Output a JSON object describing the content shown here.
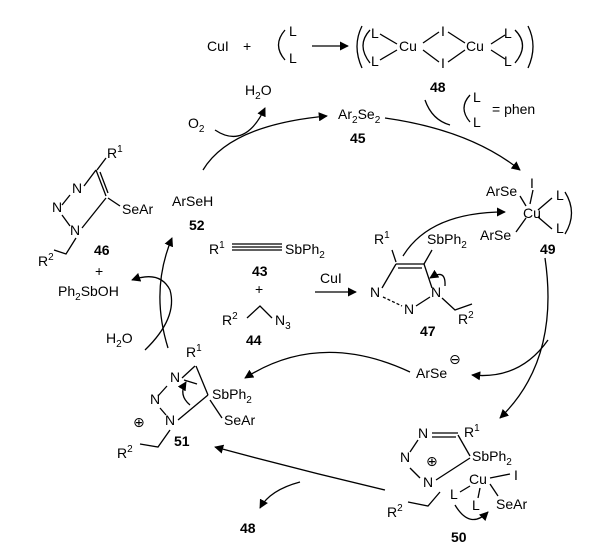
{
  "diagram": {
    "top_equation": {
      "reactant": "CuI",
      "plus": "+",
      "ligand_L_top": "L",
      "ligand_L_bottom": "L",
      "complex_cu_left": "Cu",
      "complex_cu_right": "Cu",
      "iodide_top": "I",
      "iodide_bottom": "I",
      "complex_number": "48"
    },
    "legend": {
      "equals_text": "= phen",
      "L_top": "L",
      "L_bottom": "L"
    },
    "species": {
      "water_top": {
        "main": "H",
        "sub": "2",
        "tail": "O"
      },
      "oxygen": {
        "main": "O",
        "sub": "2"
      },
      "diselenide": {
        "main": "Ar",
        "sub1": "2",
        "mid": "Se",
        "sub2": "2",
        "number": "45"
      },
      "selenol": {
        "text": "ArSeH",
        "number": "52"
      },
      "alkyne": {
        "r": "R",
        "r_sup": "1",
        "tail": "SbPh",
        "tail_sub": "2",
        "number": "43"
      },
      "plus_between": "+",
      "azide": {
        "r": "R",
        "r_sup": "2",
        "tail": "N",
        "tail_sub": "3",
        "number": "44"
      },
      "catalyst_label": "CuI",
      "cu_complex_49": {
        "arse_top": "ArSe",
        "arse_bottom": "ArSe",
        "cu": "Cu",
        "iodide": "I",
        "L1": "L",
        "L2": "L",
        "number": "49"
      },
      "intermediate_47": {
        "r1": "R",
        "r1_sup": "1",
        "sb": "SbPh",
        "sb_sub": "2",
        "n1": "N",
        "n2": "N",
        "n3": "N",
        "r2": "R",
        "r2_sup": "2",
        "number": "47"
      },
      "arse_anion": {
        "text": "ArSe",
        "charge": "⊖"
      },
      "intermediate_50": {
        "r1": "R",
        "r1_sup": "1",
        "sb": "SbPh",
        "sb_sub": "2",
        "cu": "Cu",
        "iodide": "I",
        "seAr": "SeAr",
        "L1": "L",
        "L2": "L",
        "n1": "N",
        "n2": "N",
        "n3": "N",
        "charge": "⊕",
        "r2": "R",
        "r2_sup": "2",
        "number": "50"
      },
      "intermediate_51": {
        "r1": "R",
        "r1_sup": "1",
        "sb": "SbPh",
        "sb_sub": "2",
        "seAr": "SeAr",
        "n1": "N",
        "n2": "N",
        "n3": "N",
        "charge": "⊕",
        "r2": "R",
        "r2_sup": "2",
        "number": "51"
      },
      "product_46": {
        "r1": "R",
        "r1_sup": "1",
        "seAr": "SeAr",
        "n1": "N",
        "n2": "N",
        "n3": "N",
        "r2": "R",
        "r2_sup": "2",
        "number": "46"
      },
      "plus_product": "+",
      "byproduct": {
        "main": "Ph",
        "sub": "2",
        "tail": "SbOH"
      },
      "water_left": {
        "main": "H",
        "sub": "2",
        "tail": "O"
      },
      "released_48": "48"
    }
  }
}
